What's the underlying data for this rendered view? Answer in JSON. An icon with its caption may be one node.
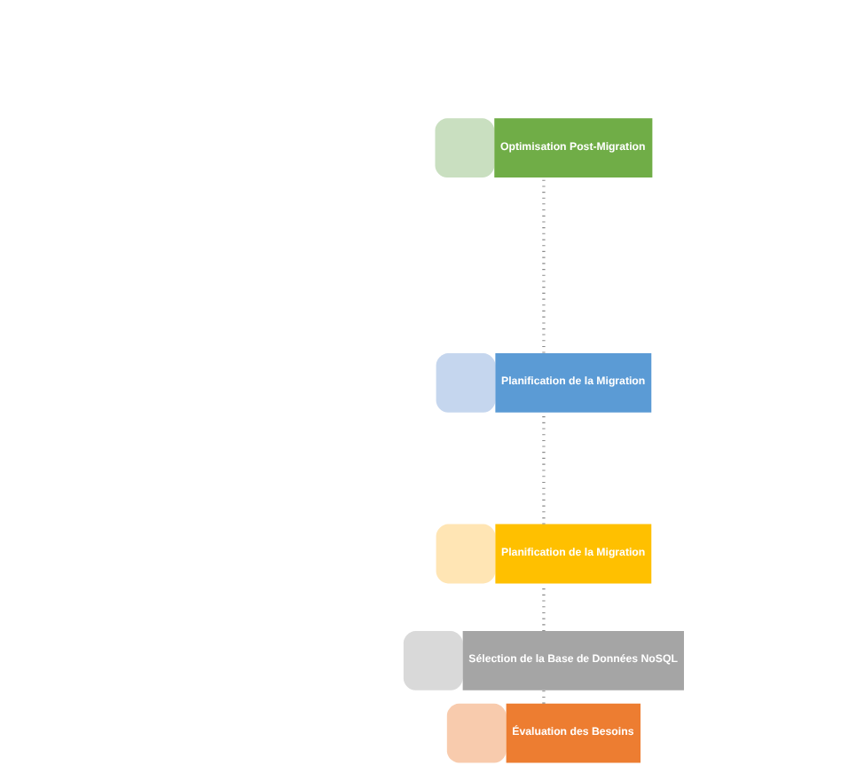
{
  "diagram": {
    "nodes": [
      {
        "text": [
          "Évaluation des Besoins"
        ]
      },
      {
        "text": [
          "Sélection de la Base de Données NoSQL"
        ]
      },
      {
        "text": [
          "Planification de la Migration"
        ]
      },
      {
        "text": [
          "Planification de la Migration"
        ]
      },
      {
        "text": [
          "Optimisation Post-Migration"
        ]
      }
    ],
    "edges": [
      {
        "from": 0,
        "to": 1,
        "arrow": "none",
        "style": "dashed"
      },
      {
        "from": 1,
        "to": 2,
        "arrow": "none",
        "style": "dashed"
      },
      {
        "from": 2,
        "to": 3,
        "arrow": "none",
        "style": "dashed"
      },
      {
        "from": 3,
        "to": 4,
        "arrow": "none",
        "style": "dashed"
      }
    ]
  }
}
